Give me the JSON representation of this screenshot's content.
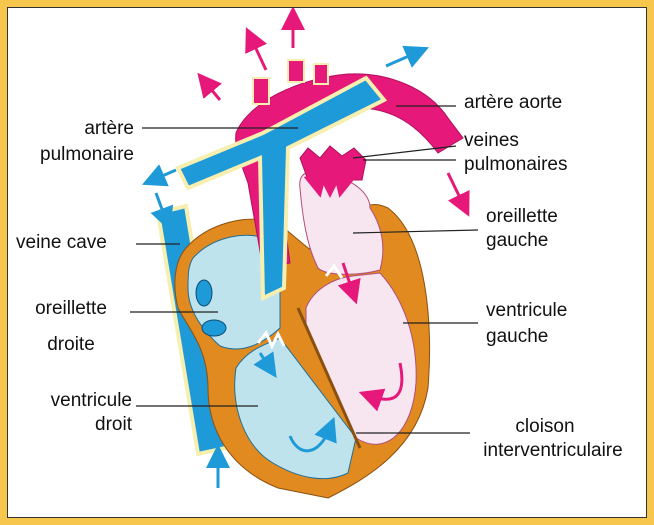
{
  "labels": {
    "aorta": "artère aorte",
    "pulmonary_artery_1": "artère",
    "pulmonary_artery_2": "pulmonaire",
    "pulmonary_veins_1": "veines",
    "pulmonary_veins_2": "pulmonaires",
    "left_atrium_1": "oreillette",
    "left_atrium_2": "gauche",
    "vena_cava": "veine cave",
    "right_atrium_1": "oreillette",
    "right_atrium_2": "droite",
    "left_ventricle_1": "ventricule",
    "left_ventricle_2": "gauche",
    "right_ventricle_1": "ventricule",
    "right_ventricle_2": "droit",
    "septum_1": "cloison",
    "septum_2": "interventriculaire"
  },
  "colors": {
    "frame": "#f7c64d",
    "oxygenated_blood": "#e6197a",
    "deoxygenated_blood": "#1f9ad8",
    "heart_wall": "#e08a1f",
    "right_chambers": "#bfe3ec",
    "left_chambers": "#f7e6f0",
    "vessel_edge": "#f6efb0"
  }
}
